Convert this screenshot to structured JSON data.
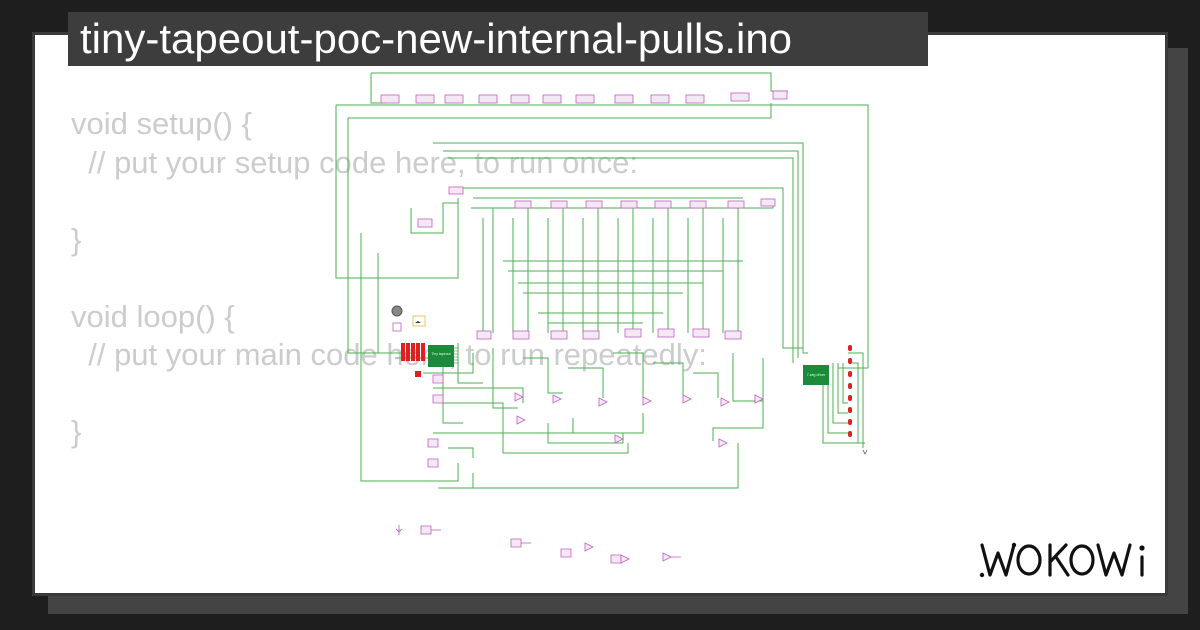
{
  "title": "tiny-tapeout-poc-new-internal-pulls.ino",
  "code": {
    "lines": [
      "void setup() {",
      "  // put your setup code here, to run once:",
      "",
      "}",
      "",
      "void loop() {",
      "  // put your main code here, to run repeatedly:",
      "",
      "}"
    ]
  },
  "diagram": {
    "chip_left_label": "Tiny tapeout",
    "chip_right_label": "7-seg driver",
    "wire_color": "#4caf50",
    "gate_color": "#c060c0",
    "chip_color": "#1b8a3a",
    "led_color": "#e02020"
  },
  "brand": {
    "logo_icon": "wokwi-logo-icon",
    "logo_text": "WOKWi"
  },
  "colors": {
    "background": "#1e1e1e",
    "card": "#ffffff",
    "title_bar": "#3d3d3d",
    "code_text": "#cccccc"
  }
}
